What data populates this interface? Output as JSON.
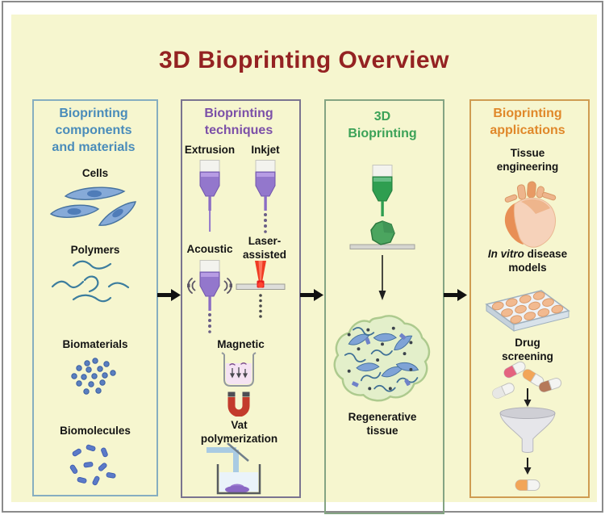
{
  "title": "3D Bioprinting Overview",
  "colors": {
    "background": "#f6f6cf",
    "title_red": "#942222",
    "components_blue": "#4a8cba",
    "techniques_purple": "#7c50a8",
    "bioprinting_green": "#3ca258",
    "applications_orange": "#e0882a"
  },
  "panels": {
    "components": {
      "header": "Bioprinting components and materials",
      "items": [
        {
          "label": "Cells"
        },
        {
          "label": "Polymers"
        },
        {
          "label": "Biomaterials"
        },
        {
          "label": "Biomolecules"
        }
      ]
    },
    "techniques": {
      "header": "Bioprinting techniques",
      "items": [
        {
          "label": "Extrusion"
        },
        {
          "label": "Inkjet"
        },
        {
          "label": "Acoustic"
        },
        {
          "label": "Laser-assisted"
        },
        {
          "label": "Magnetic"
        },
        {
          "label": "Vat polymerization"
        }
      ]
    },
    "bioprinting": {
      "header": "3D Bioprinting",
      "items": [
        {
          "label": "Regenerative tissue"
        }
      ]
    },
    "applications": {
      "header": "Bioprinting applications",
      "items": [
        {
          "label": "Tissue engineering"
        },
        {
          "label_italic": "In vitro",
          "label": " disease models"
        },
        {
          "label": "Drug screening"
        }
      ]
    }
  }
}
